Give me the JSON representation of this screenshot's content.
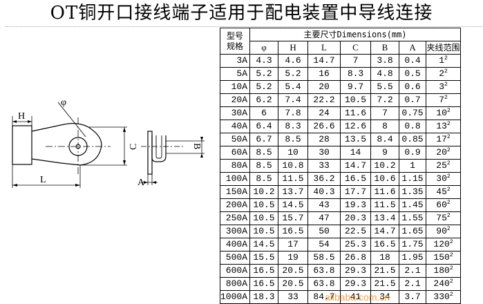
{
  "title": "OT铜开口接线端子适用于配电装置中导线连接",
  "drawing": {
    "labels": {
      "H": "H",
      "L": "L",
      "phi": "φ",
      "C": "C",
      "A": "A",
      "B": "B"
    }
  },
  "table": {
    "model_header": [
      "型号",
      "规格"
    ],
    "dimensions_header": "主要尺寸Dimensions(mm)",
    "columns": [
      "φ",
      "H",
      "L",
      "C",
      "B",
      "A",
      "夹线范围"
    ],
    "rows": [
      {
        "size": "3A",
        "values": [
          "4.3",
          "4.6",
          "14.7",
          "7",
          "3.8",
          "0.4",
          "1"
        ],
        "sup": "2"
      },
      {
        "size": "5A",
        "values": [
          "5.2",
          "5.2",
          "16",
          "8.3",
          "4.8",
          "0.5",
          "2"
        ],
        "sup": "2"
      },
      {
        "size": "10A",
        "values": [
          "5.2",
          "5.4",
          "20",
          "9.7",
          "5.5",
          "0.6",
          "3"
        ],
        "sup": "2"
      },
      {
        "size": "20A",
        "values": [
          "6.2",
          "7.4",
          "22.2",
          "10.5",
          "7.2",
          "0.7",
          "7"
        ],
        "sup": "2"
      },
      {
        "size": "30A",
        "values": [
          "6",
          "7.8",
          "24",
          "11.6",
          "7",
          "0.75",
          "10"
        ],
        "sup": "2"
      },
      {
        "size": "40A",
        "values": [
          "6.4",
          "8.3",
          "26.6",
          "12.6",
          "8",
          "0.8",
          "13"
        ],
        "sup": "2"
      },
      {
        "size": "50A",
        "values": [
          "6.7",
          "8.5",
          "28",
          "13.5",
          "8.4",
          "0.85",
          "17"
        ],
        "sup": "2"
      },
      {
        "size": "60A",
        "values": [
          "8.5",
          "10",
          "30",
          "14",
          "9",
          "0.9",
          "20"
        ],
        "sup": "2"
      },
      {
        "size": "80A",
        "values": [
          "8.5",
          "10.8",
          "33",
          "14.7",
          "10.2",
          "1",
          "25"
        ],
        "sup": "2"
      },
      {
        "size": "100A",
        "values": [
          "8.5",
          "11.5",
          "36.2",
          "16.5",
          "10.6",
          "1.15",
          "30"
        ],
        "sup": "2"
      },
      {
        "size": "150A",
        "values": [
          "10.2",
          "13.7",
          "40.3",
          "17.7",
          "11.6",
          "1.35",
          "45"
        ],
        "sup": "2"
      },
      {
        "size": "200A",
        "values": [
          "10.5",
          "14.5",
          "43",
          "19.3",
          "11.5",
          "1.45",
          "60"
        ],
        "sup": "2"
      },
      {
        "size": "250A",
        "values": [
          "10.5",
          "15.7",
          "47",
          "20.3",
          "13.4",
          "1.55",
          "75"
        ],
        "sup": "2"
      },
      {
        "size": "300A",
        "values": [
          "10.5",
          "16.5",
          "50",
          "22.5",
          "14.7",
          "1.65",
          "90"
        ],
        "sup": "2"
      },
      {
        "size": "400A",
        "values": [
          "14.5",
          "17",
          "54",
          "25.3",
          "16.5",
          "1.75",
          "120"
        ],
        "sup": "2"
      },
      {
        "size": "500A",
        "values": [
          "15.5",
          "19",
          "58.5",
          "26.8",
          "18",
          "1.95",
          "150"
        ],
        "sup": "2"
      },
      {
        "size": "600A",
        "values": [
          "16.5",
          "20.5",
          "63.8",
          "29.3",
          "21.5",
          "2.1",
          "180"
        ],
        "sup": "2"
      },
      {
        "size": "800A",
        "values": [
          "16.5",
          "20.5",
          "63.8",
          "29.3",
          "21.5",
          "2.1",
          "240"
        ],
        "sup": "2"
      },
      {
        "size": "1000A",
        "values": [
          "18.3",
          "33",
          "84.7",
          "41",
          "34",
          "3.7",
          "330"
        ],
        "sup": "2"
      }
    ]
  },
  "watermark": "alibaba.com.cn"
}
